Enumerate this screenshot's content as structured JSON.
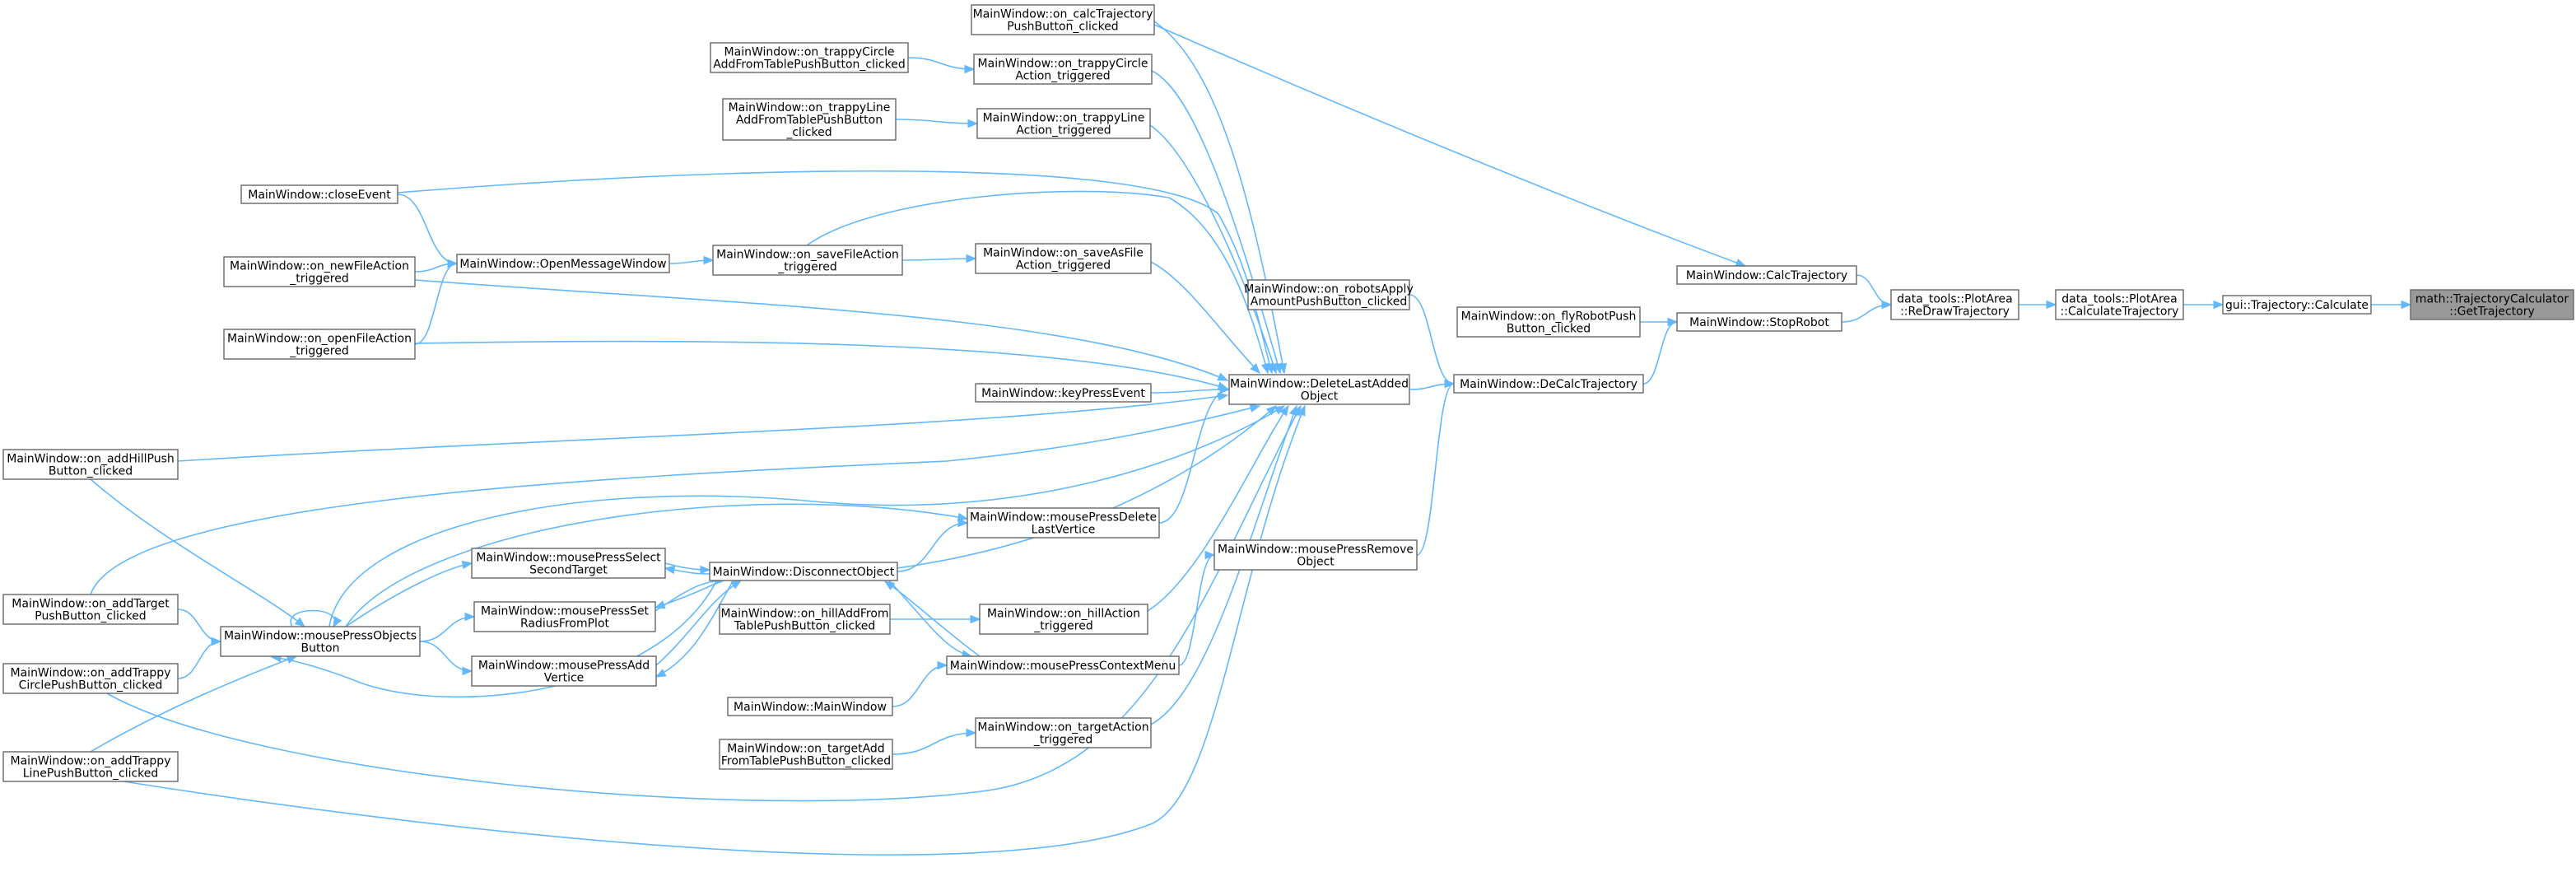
{
  "graph": {
    "edge_color": "#63b8ff",
    "root_fill": "#999999",
    "node_border": "#666666",
    "nodes": {
      "root": [
        "math::TrajectoryCalculator",
        "::GetTrajectory"
      ],
      "gui_calc": [
        "gui::Trajectory::Calculate"
      ],
      "pa_calc": [
        "data_tools::PlotArea",
        "::CalculateTrajectory"
      ],
      "pa_redraw": [
        "data_tools::PlotArea",
        "::ReDrawTrajectory"
      ],
      "mw_calctraj": [
        "MainWindow::CalcTrajectory"
      ],
      "mw_stoprobot": [
        "MainWindow::StopRobot"
      ],
      "mw_decalc": [
        "MainWindow::DeCalcTrajectory"
      ],
      "mw_flyrobot": [
        "MainWindow::on_flyRobotPush",
        "Button_clicked"
      ],
      "mw_robotsapply": [
        "MainWindow::on_robotsApply",
        "AmountPushButton_clicked"
      ],
      "mw_deletelast": [
        "MainWindow::DeleteLastAdded",
        "Object"
      ],
      "mw_mprremove": [
        "MainWindow::mousePressRemove",
        "Object"
      ],
      "mw_calctrajbtn": [
        "MainWindow::on_calcTrajectory",
        "PushButton_clicked"
      ],
      "mw_trappycircle_act": [
        "MainWindow::on_trappyCircle",
        "Action_triggered"
      ],
      "mw_trappyline_act": [
        "MainWindow::on_trappyLine",
        "Action_triggered"
      ],
      "mw_saveasfile": [
        "MainWindow::on_saveAsFile",
        "Action_triggered"
      ],
      "mw_keypress": [
        "MainWindow::keyPressEvent"
      ],
      "mw_mprdelete": [
        "MainWindow::mousePressDelete",
        "LastVertice"
      ],
      "mw_hillaction": [
        "MainWindow::on_hillAction",
        "_triggered"
      ],
      "mw_mprcontext": [
        "MainWindow::mousePressContextMenu"
      ],
      "mw_targetaction": [
        "MainWindow::on_targetAction",
        "_triggered"
      ],
      "mw_trappycircle_add": [
        "MainWindow::on_trappyCircle",
        "AddFromTablePushButton_clicked"
      ],
      "mw_trappyline_add": [
        "MainWindow::on_trappyLine",
        "AddFromTablePushButton",
        "_clicked"
      ],
      "mw_savefile": [
        "MainWindow::on_saveFileAction",
        "_triggered"
      ],
      "mw_disconnect": [
        "MainWindow::DisconnectObject"
      ],
      "mw_hilladd": [
        "MainWindow::on_hillAddFrom",
        "TablePushButton_clicked"
      ],
      "mw_mainwindow": [
        "MainWindow::MainWindow"
      ],
      "mw_targetadd": [
        "MainWindow::on_targetAdd",
        "FromTablePushButton_clicked"
      ],
      "mw_openmsg": [
        "MainWindow::OpenMessageWindow"
      ],
      "mw_mprselect": [
        "MainWindow::mousePressSelect",
        "SecondTarget"
      ],
      "mw_mprset": [
        "MainWindow::mousePressSet",
        "RadiusFromPlot"
      ],
      "mw_mpradd": [
        "MainWindow::mousePressAdd",
        "Vertice"
      ],
      "mw_close": [
        "MainWindow::closeEvent"
      ],
      "mw_newfile": [
        "MainWindow::on_newFileAction",
        "_triggered"
      ],
      "mw_openfile": [
        "MainWindow::on_openFileAction",
        "_triggered"
      ],
      "mw_addhill": [
        "MainWindow::on_addHillPush",
        "Button_clicked"
      ],
      "mw_mprobjects": [
        "MainWindow::mousePressObjects",
        "Button"
      ],
      "mw_addtarget": [
        "MainWindow::on_addTarget",
        "PushButton_clicked"
      ],
      "mw_addtrappycircle": [
        "MainWindow::on_addTrappy",
        "CirclePushButton_clicked"
      ],
      "mw_addtrappyline": [
        "MainWindow::on_addTrappy",
        "LinePushButton_clicked"
      ]
    },
    "edges": [
      [
        "gui_calc",
        "root"
      ],
      [
        "pa_calc",
        "gui_calc"
      ],
      [
        "pa_redraw",
        "pa_calc"
      ],
      [
        "mw_calctraj",
        "pa_redraw"
      ],
      [
        "mw_stoprobot",
        "pa_redraw"
      ],
      [
        "mw_calctrajbtn",
        "mw_calctraj"
      ],
      [
        "mw_flyrobot",
        "mw_stoprobot"
      ],
      [
        "mw_decalc",
        "mw_stoprobot"
      ],
      [
        "mw_robotsapply",
        "mw_decalc"
      ],
      [
        "mw_deletelast",
        "mw_decalc"
      ],
      [
        "mw_mprremove",
        "mw_decalc"
      ],
      [
        "mw_calctrajbtn",
        "mw_deletelast"
      ],
      [
        "mw_trappycircle_act",
        "mw_deletelast"
      ],
      [
        "mw_trappyline_act",
        "mw_deletelast"
      ],
      [
        "mw_saveasfile",
        "mw_deletelast"
      ],
      [
        "mw_keypress",
        "mw_deletelast"
      ],
      [
        "mw_mprdelete",
        "mw_deletelast"
      ],
      [
        "mw_hillaction",
        "mw_deletelast"
      ],
      [
        "mw_targetaction",
        "mw_deletelast"
      ],
      [
        "mw_close",
        "mw_deletelast"
      ],
      [
        "mw_savefile",
        "mw_deletelast"
      ],
      [
        "mw_newfile",
        "mw_deletelast"
      ],
      [
        "mw_openfile",
        "mw_deletelast"
      ],
      [
        "mw_addhill",
        "mw_deletelast"
      ],
      [
        "mw_addtarget",
        "mw_deletelast"
      ],
      [
        "mw_disconnect",
        "mw_deletelast"
      ],
      [
        "mw_mprobjects",
        "mw_deletelast"
      ],
      [
        "mw_addtrappycircle",
        "mw_deletelast"
      ],
      [
        "mw_addtrappyline",
        "mw_deletelast"
      ],
      [
        "mw_mprcontext",
        "mw_mprremove"
      ],
      [
        "mw_trappycircle_add",
        "mw_trappycircle_act"
      ],
      [
        "mw_trappyline_add",
        "mw_trappyline_act"
      ],
      [
        "mw_savefile",
        "mw_saveasfile"
      ],
      [
        "mw_openmsg",
        "mw_savefile"
      ],
      [
        "mw_close",
        "mw_openmsg"
      ],
      [
        "mw_newfile",
        "mw_openmsg"
      ],
      [
        "mw_openfile",
        "mw_openmsg"
      ],
      [
        "mw_disconnect",
        "mw_mprdelete"
      ],
      [
        "mw_mprobjects",
        "mw_mprdelete"
      ],
      [
        "mw_hilladd",
        "mw_hillaction"
      ],
      [
        "mw_mainwindow",
        "mw_mprcontext"
      ],
      [
        "mw_disconnect",
        "mw_mprcontext"
      ],
      [
        "mw_targetadd",
        "mw_targetaction"
      ],
      [
        "mw_mprselect",
        "mw_disconnect"
      ],
      [
        "mw_mprset",
        "mw_disconnect"
      ],
      [
        "mw_mpradd",
        "mw_disconnect"
      ],
      [
        "mw_mprcontext",
        "mw_disconnect"
      ],
      [
        "mw_disconnect",
        "mw_mprselect"
      ],
      [
        "mw_disconnect",
        "mw_mprset"
      ],
      [
        "mw_disconnect",
        "mw_mpradd"
      ],
      [
        "mw_disconnect",
        "mw_mprobjects"
      ],
      [
        "mw_mprobjects",
        "mw_mprselect"
      ],
      [
        "mw_mprobjects",
        "mw_mprset"
      ],
      [
        "mw_mprobjects",
        "mw_mpradd"
      ],
      [
        "mw_mprobjects",
        "mw_mprobjects"
      ],
      [
        "mw_addhill",
        "mw_mprobjects"
      ],
      [
        "mw_addtarget",
        "mw_mprobjects"
      ],
      [
        "mw_addtrappycircle",
        "mw_mprobjects"
      ],
      [
        "mw_addtrappyline",
        "mw_mprobjects"
      ]
    ]
  }
}
